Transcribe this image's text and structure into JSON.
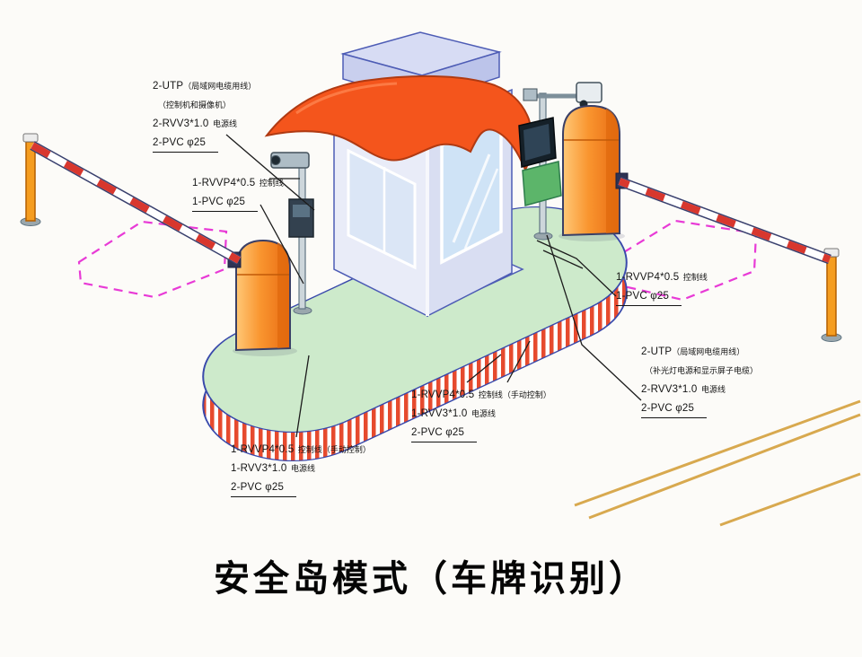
{
  "title": "安全岛模式（车牌识别）",
  "callouts": {
    "top_left": {
      "lines": [
        {
          "main": "2-UTP",
          "sub": "（局域网电缆用线）"
        },
        {
          "main": "",
          "sub": "（控制机和摄像机）"
        },
        {
          "main": "2-RVV3*1.0",
          "sub": "电源线"
        },
        {
          "main": "2-PVC φ25",
          "sub": ""
        }
      ]
    },
    "left_mid": {
      "lines": [
        {
          "main": "1-RVVP4*0.5",
          "sub": "控制线"
        },
        {
          "main": "1-PVC φ25",
          "sub": ""
        }
      ]
    },
    "right_mid": {
      "lines": [
        {
          "main": "1-RVVP4*0.5",
          "sub": "控制线"
        },
        {
          "main": "1-PVC φ25",
          "sub": ""
        }
      ]
    },
    "right_low": {
      "lines": [
        {
          "main": "2-UTP",
          "sub": "（局域网电缆用线）"
        },
        {
          "main": "",
          "sub": "（补光灯电源和显示屏子电缆）"
        },
        {
          "main": "2-RVV3*1.0",
          "sub": "电源线"
        },
        {
          "main": "2-PVC φ25",
          "sub": ""
        }
      ]
    },
    "center_low": {
      "lines": [
        {
          "main": "1-RVVP4*0.5",
          "sub": "控制线（手动控制）"
        },
        {
          "main": "1-RVV3*1.0",
          "sub": "电源线"
        },
        {
          "main": "2-PVC φ25",
          "sub": ""
        }
      ]
    },
    "left_low": {
      "lines": [
        {
          "main": "1-RVVP4*0.5",
          "sub": "控制线（手动控制）"
        },
        {
          "main": "1-RVV3*1.0",
          "sub": "电源线"
        },
        {
          "main": "2-PVC φ25",
          "sub": ""
        }
      ]
    }
  },
  "colors": {
    "roof_orange": "#f4551c",
    "cabinet_orange": "#f9952f",
    "island_green": "#cdeacb",
    "curb_red": "#e64a2e",
    "outline_blue": "#3949ab",
    "marking_magenta": "#e83ad6",
    "road_line_tan": "#d8a94f"
  }
}
